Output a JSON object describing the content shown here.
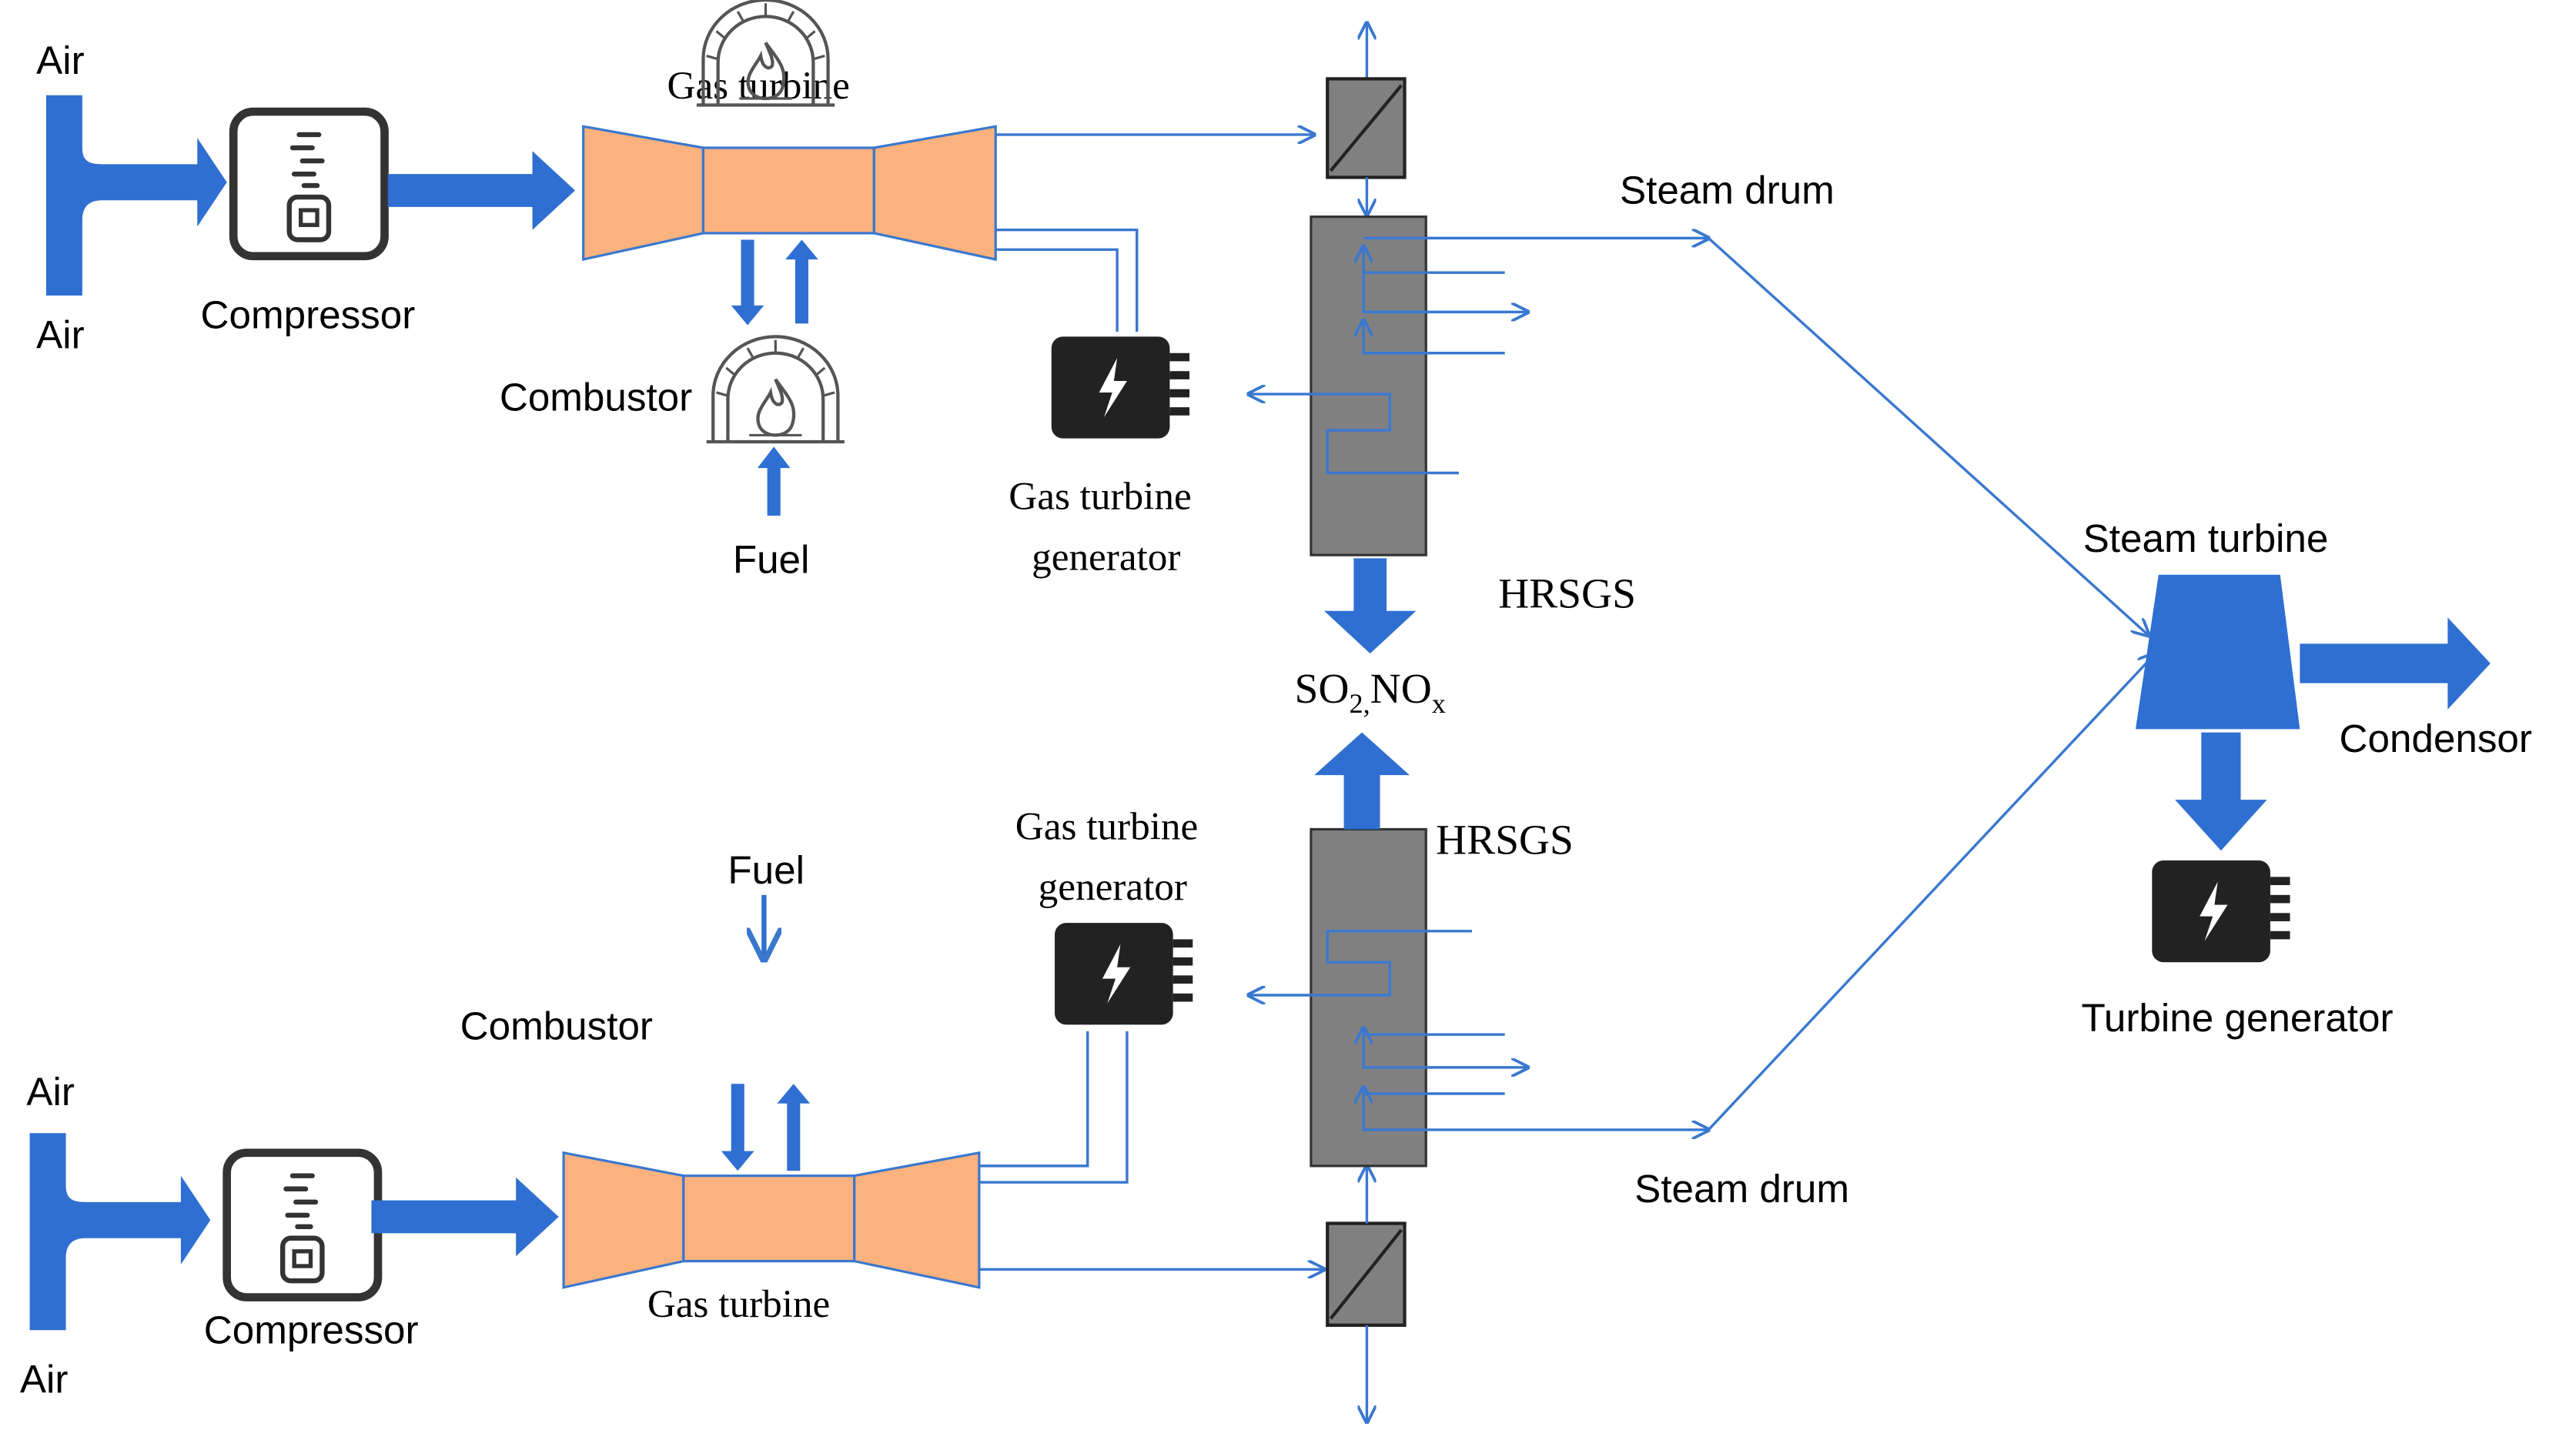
{
  "colors": {
    "arrow_blue": "#2f6fd1",
    "line_blue": "#3a78cf",
    "turbine_fill": "#fbb27e",
    "hrsg_fill": "#808080",
    "icon_dark": "#222222"
  },
  "top": {
    "air_in_1": "Air",
    "air_in_2": "Air",
    "compressor": "Compressor",
    "gas_turbine": "Gas turbine",
    "combustor": "Combustor",
    "fuel": "Fuel",
    "generator_line1": "Gas turbine",
    "generator_line2": "generator",
    "hrsg": "HRSGS",
    "steam_drum": "Steam drum"
  },
  "bottom": {
    "air_in_1": "Air",
    "air_in_2": "Air",
    "compressor": "Compressor",
    "gas_turbine": "Gas turbine",
    "combustor": "Combustor",
    "fuel": "Fuel",
    "generator_line1": "Gas turbine",
    "generator_line2": "generator",
    "hrsg": "HRSGS",
    "steam_drum": "Steam drum"
  },
  "emissions": {
    "so": "SO",
    "so_sub": "2",
    "sep": ",",
    "no": "NO",
    "no_sub": "x"
  },
  "right": {
    "steam_turbine": "Steam turbine",
    "condensor": "Condensor",
    "turbine_generator": "Turbine generator"
  }
}
